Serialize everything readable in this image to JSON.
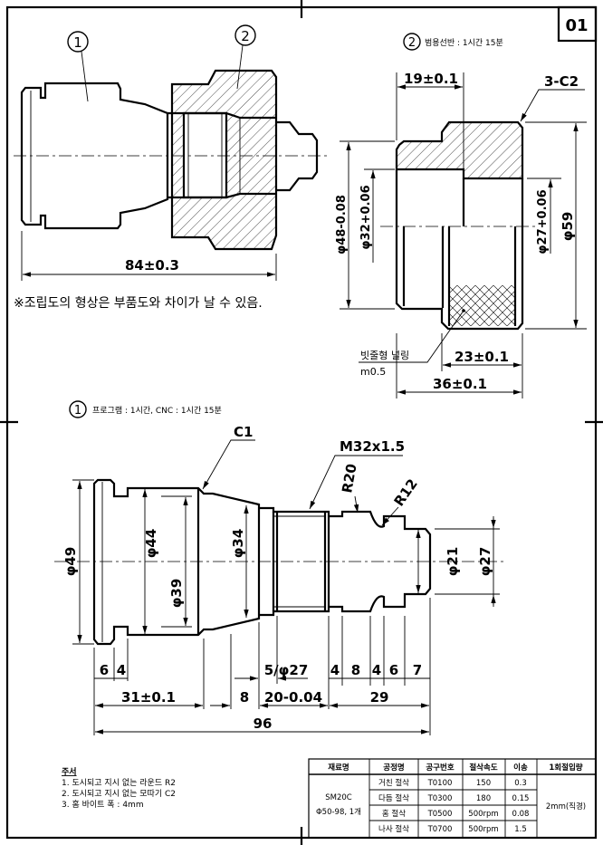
{
  "sheet": {
    "number": "01"
  },
  "assembly": {
    "balloon_1": "1",
    "balloon_2": "2",
    "dim_length": "84±0.3",
    "note": "※조립도의 형상은 부품도와 차이가 날 수 있음."
  },
  "part2": {
    "balloon": "2",
    "title": "범용선반 : 1시간 15분",
    "dims": {
      "len_19": "19±0.1",
      "chamfer": "3-C2",
      "d48": "φ48-0.08",
      "d32": "φ32+0.06",
      "d27": "φ27+0.06",
      "d59": "φ59",
      "len_23": "23±0.1",
      "len_36": "36±0.1"
    },
    "knurl_label": "빗줄형 널링",
    "knurl_module": "m0.5"
  },
  "part1": {
    "balloon": "1",
    "title": "프로그램 : 1시간, CNC : 1시간 15분",
    "dims": {
      "c1": "C1",
      "thread": "M32x1.5",
      "r20": "R20",
      "r12": "R12",
      "d49": "φ49",
      "d44": "φ44",
      "d39": "φ39",
      "d34": "φ34",
      "d21": "φ21",
      "d27": "φ27",
      "l6a": "6",
      "l4a": "4",
      "groove": "5/φ27",
      "l4b": "4",
      "l8a": "8",
      "l4c": "4",
      "l6b": "6",
      "l7": "7",
      "l31": "31±0.1",
      "l8b": "8",
      "l20": "20-0.04",
      "l29": "29",
      "l96": "96"
    }
  },
  "notes": {
    "title": "주서",
    "items": [
      "1. 도시되고 지시 없는 라운드 R2",
      "2. 도시되고 지시 없는 모따기 C2",
      "3. 홈 바이트 폭 : 4mm"
    ]
  },
  "process_table": {
    "headers": [
      "재료명",
      "공정명",
      "공구번호",
      "절삭속도",
      "이송",
      "1회절입량"
    ],
    "material": [
      "SM20C",
      "Φ50-98, 1개"
    ],
    "rows": [
      {
        "process": "거친 절삭",
        "tool": "T0100",
        "speed": "150",
        "feed": "0.3"
      },
      {
        "process": "다듬 절삭",
        "tool": "T0300",
        "speed": "180",
        "feed": "0.15"
      },
      {
        "process": "홈 절삭",
        "tool": "T0500",
        "speed": "500rpm",
        "feed": "0.08"
      },
      {
        "process": "나사 절삭",
        "tool": "T0700",
        "speed": "500rpm",
        "feed": "1.5"
      }
    ],
    "depth": "2mm(직경)"
  }
}
